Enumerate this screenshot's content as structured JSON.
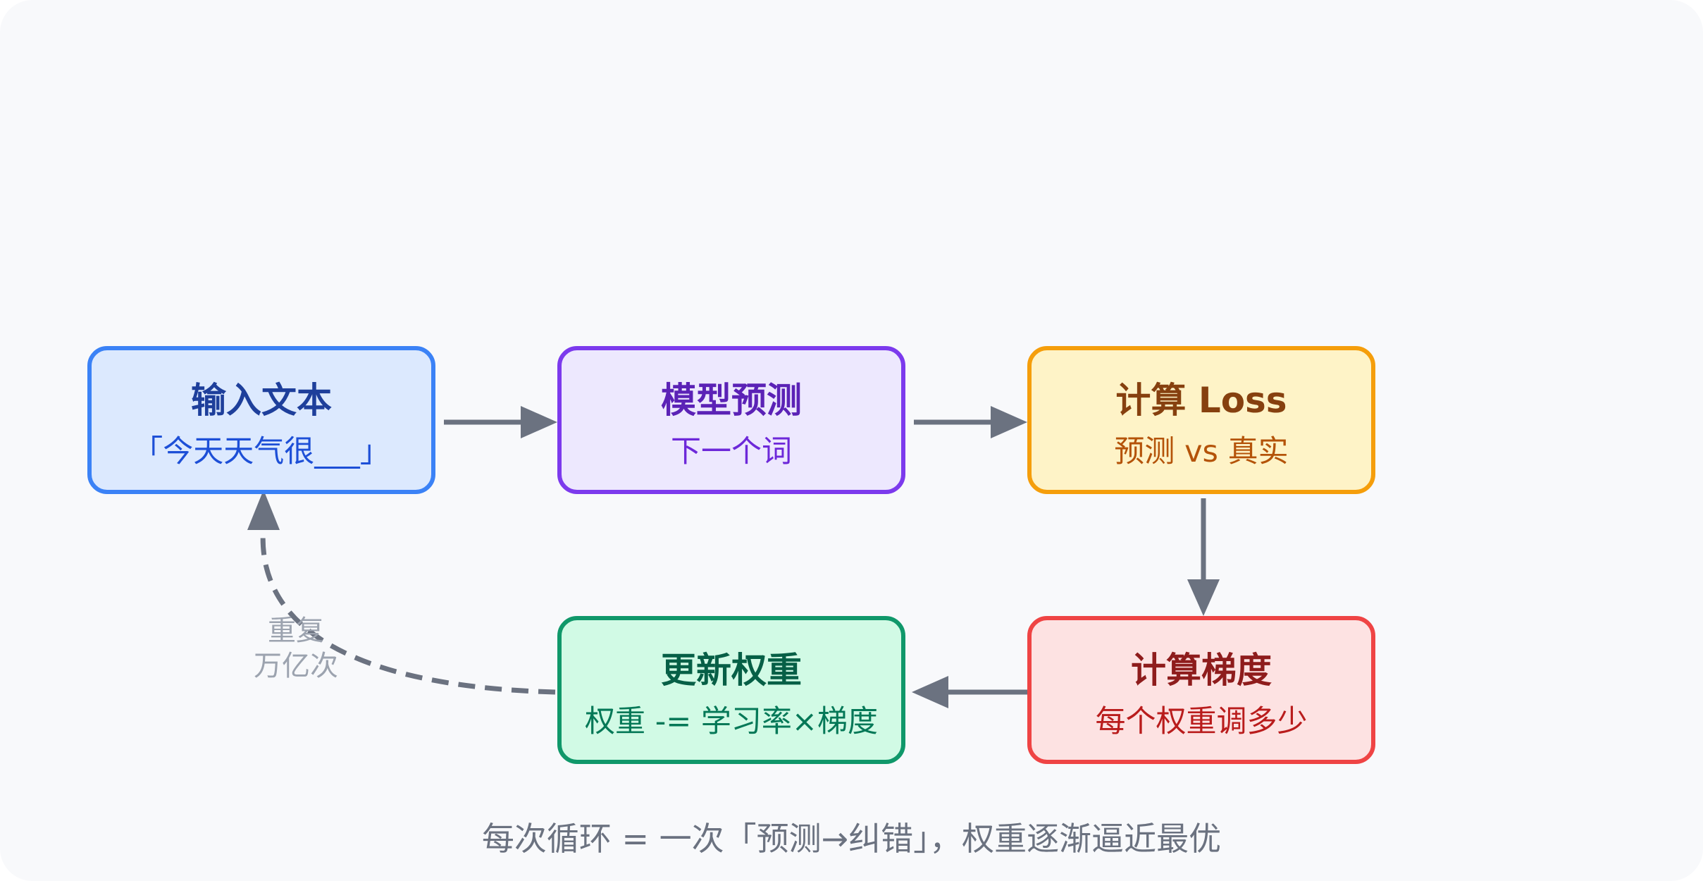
{
  "nodes": [
    {
      "title": "输入文本",
      "subtitle": "「今天天气很___」",
      "border": "#3b82f6",
      "fill": "#dce9fe"
    },
    {
      "title": "模型预测",
      "subtitle": "下一个词",
      "border": "#7c3aed",
      "fill": "#ede8fe"
    },
    {
      "title": "计算 Loss",
      "subtitle": "预测 vs 真实",
      "border": "#f59e0b",
      "fill": "#fef3c7"
    },
    {
      "title": "计算梯度",
      "subtitle": "每个权重调多少",
      "border": "#ef4444",
      "fill": "#fde2e2"
    },
    {
      "title": "更新权重",
      "subtitle": "权重 -= 学习率×梯度",
      "border": "#10986a",
      "fill": "#d1fae5"
    }
  ],
  "loop_label": {
    "line1": "重复",
    "line2": "万亿次"
  },
  "caption": "每次循环 = 一次「预测→纠错」，权重逐渐逼近最优",
  "colors": {
    "arrow": "#6b7280",
    "background": "#f8f9fb"
  }
}
